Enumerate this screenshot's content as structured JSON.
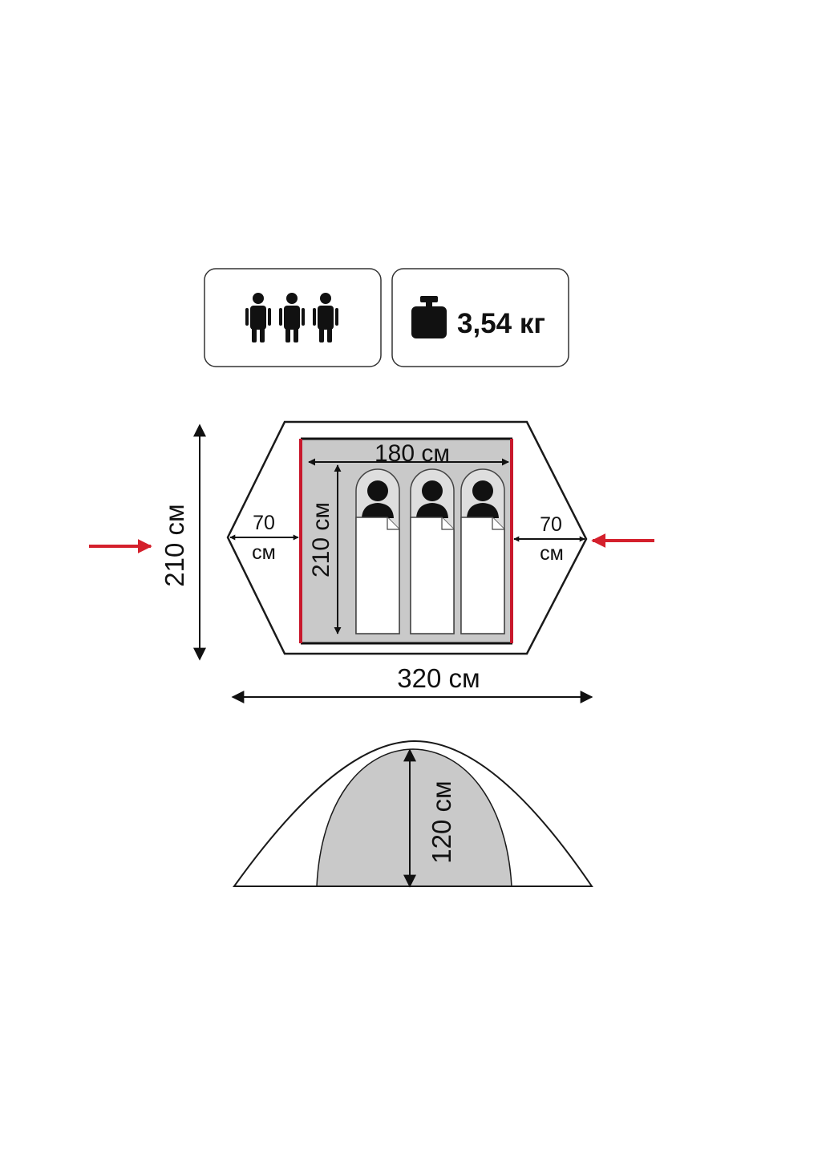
{
  "header": {
    "capacity_icon": "three-persons-icon",
    "weight_icon": "weight-icon",
    "weight_label": "3,54 кг"
  },
  "floor_plan": {
    "inner_width_label": "180 см",
    "inner_length_label": "210 см",
    "total_length_label": "210 см",
    "total_width_label": "320 см",
    "left_vestibule": {
      "value": "70",
      "unit": "см"
    },
    "right_vestibule": {
      "value": "70",
      "unit": "см"
    },
    "entrance_icon": "entrance-arrow-icon",
    "sleeping_places": 3
  },
  "side_view": {
    "height_label": "120 см"
  },
  "colors": {
    "entrance_arrow": "#d4202c",
    "inner_tent_fill": "#c9c9c9",
    "inner_tent_edge": "#c8182c",
    "outline": "#1a1a1a"
  }
}
